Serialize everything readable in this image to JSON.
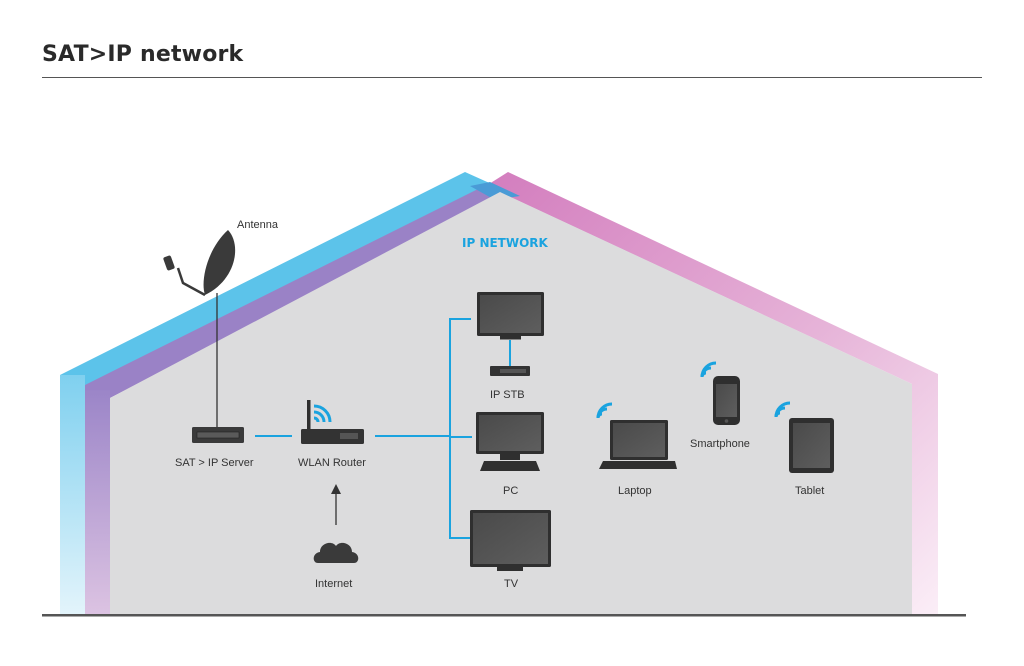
{
  "title": "SAT>IP network",
  "network_label": "IP NETWORK",
  "colors": {
    "accent_blue": "#1aa3df",
    "roof_blue": "#5cc3ea",
    "roof_purple": "#9a82c6",
    "roof_pink": "#d682bf",
    "interior": "#dcdcdd",
    "device": "#3a3a3a"
  },
  "nodes": {
    "antenna": "Antenna",
    "sat_ip_server": "SAT > IP Server",
    "wlan_router": "WLAN Router",
    "internet": "Internet",
    "ip_stb": "IP STB",
    "pc": "PC",
    "tv": "TV",
    "laptop": "Laptop",
    "smartphone": "Smartphone",
    "tablet": "Tablet"
  },
  "connections": [
    {
      "from": "antenna",
      "to": "sat_ip_server",
      "type": "cable"
    },
    {
      "from": "sat_ip_server",
      "to": "wlan_router",
      "type": "ip"
    },
    {
      "from": "internet",
      "to": "wlan_router",
      "type": "arrow"
    },
    {
      "from": "wlan_router",
      "to": "ip_stb",
      "type": "ip"
    },
    {
      "from": "wlan_router",
      "to": "pc",
      "type": "ip"
    },
    {
      "from": "wlan_router",
      "to": "tv",
      "type": "ip"
    },
    {
      "from": "ip_stb",
      "to": "tv_top",
      "type": "ip"
    },
    {
      "from": "wlan_router",
      "to": "laptop",
      "type": "wifi"
    },
    {
      "from": "wlan_router",
      "to": "smartphone",
      "type": "wifi"
    },
    {
      "from": "wlan_router",
      "to": "tablet",
      "type": "wifi"
    }
  ]
}
